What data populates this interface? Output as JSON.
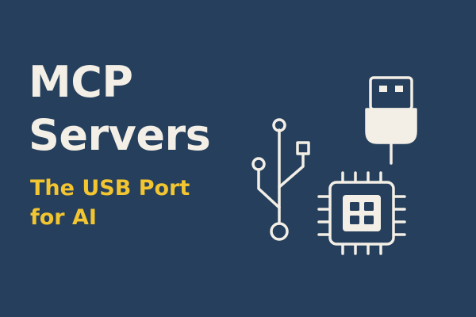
{
  "title": {
    "line1": "MCP",
    "line2": "Servers"
  },
  "subtitle": {
    "line1": "The USB Port",
    "line2": "for AI"
  },
  "colors": {
    "background": "#253f5c",
    "title": "#f3efe6",
    "subtitle": "#f2c531",
    "icon_stroke": "#f3efe6",
    "chip_fill": "#253f5c",
    "connector_fill": "#f3efe6"
  },
  "icons": [
    "usb-symbol-icon",
    "usb-plug-icon",
    "microchip-icon"
  ]
}
